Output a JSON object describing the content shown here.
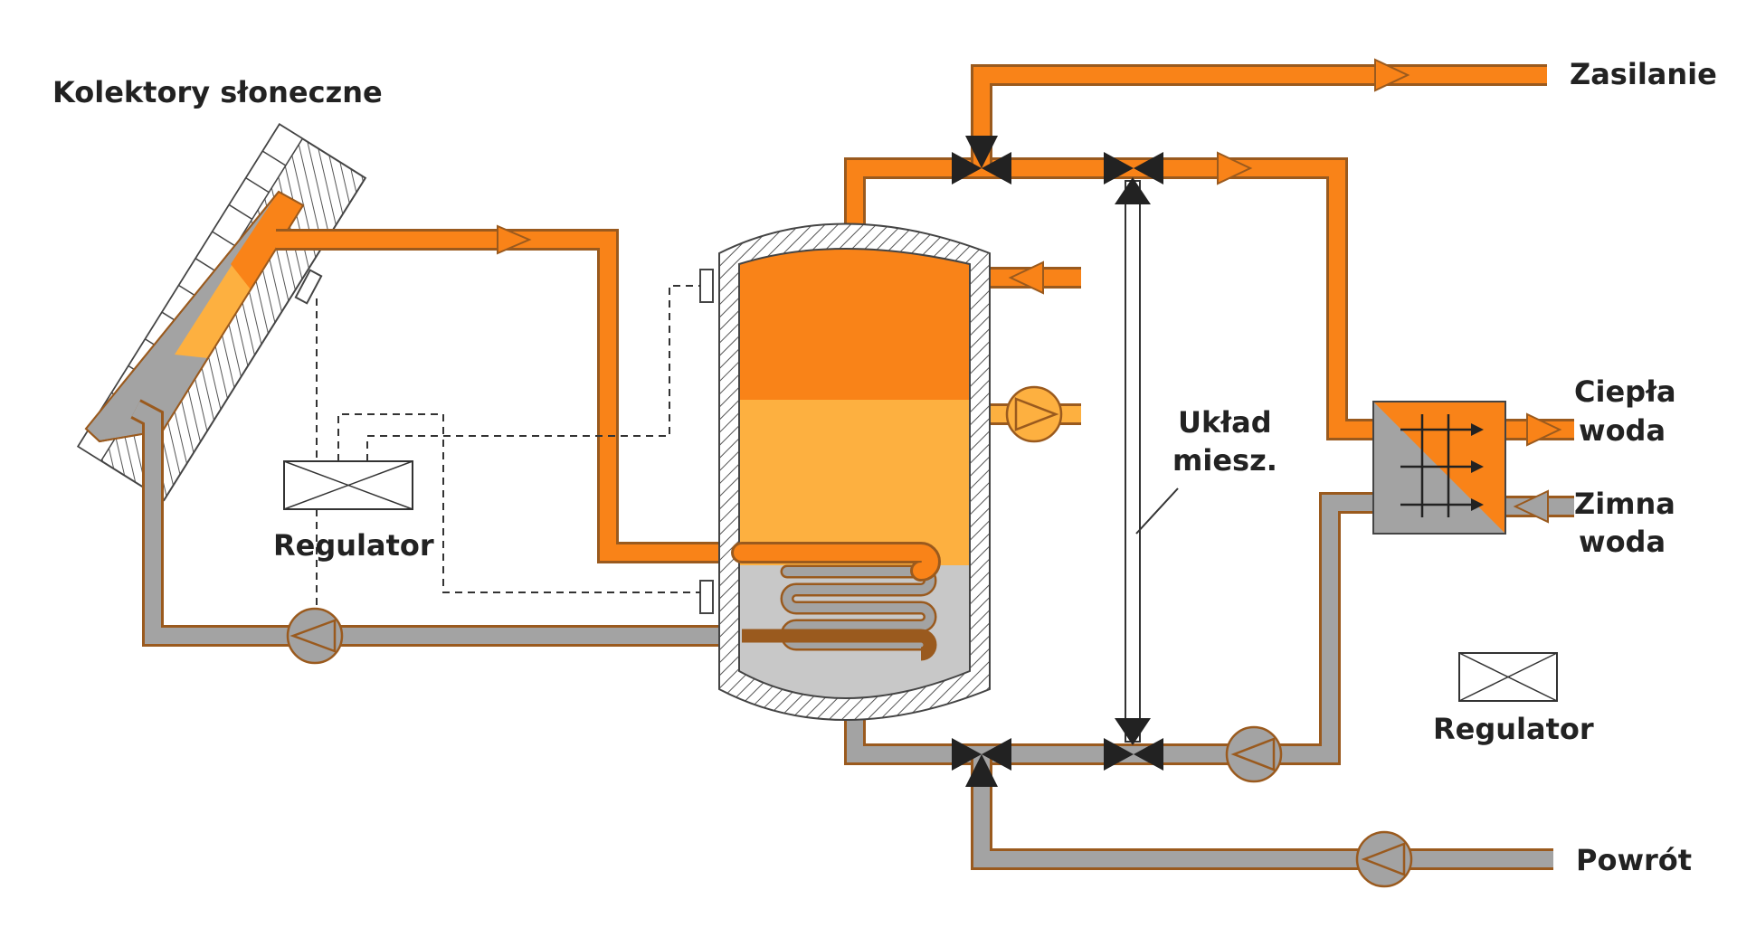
{
  "labels": {
    "solar_collectors": "Kolektory słoneczne",
    "supply": "Zasilanie",
    "mixing_line1": "Układ",
    "mixing_line2": "miesz.",
    "hot_line1": "Ciepła",
    "hot_line2": "woda",
    "cold_line1": "Zimna",
    "cold_line2": "woda",
    "return": "Powrót",
    "regulator_left": "Regulator",
    "regulator_right": "Regulator"
  },
  "colors": {
    "hot": "#F98318",
    "warm": "#FDB040",
    "cold_pipe": "#A3A3A3",
    "cold_water": "#C8C8C8",
    "pipe_outline": "#9A5A1E",
    "valve": "#222222"
  }
}
